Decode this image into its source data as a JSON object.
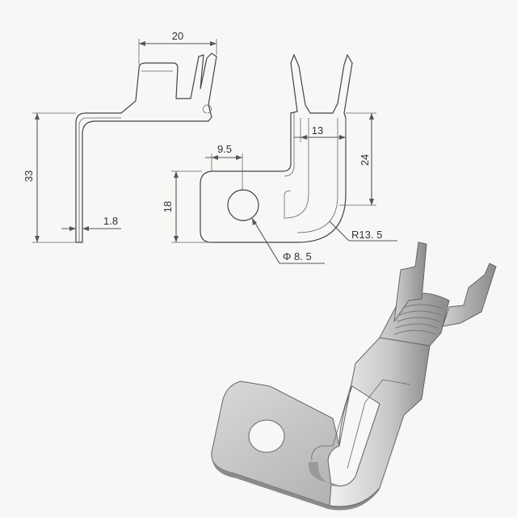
{
  "drawing": {
    "dimensions": {
      "width_top": "20",
      "height_left": "33",
      "thickness": "1.8",
      "width_barrel": "13",
      "height_right": "24",
      "offset_hole": "9.5",
      "height_hole": "18",
      "radius": "R13. 5",
      "hole_diameter": "Φ 8. 5"
    }
  },
  "colors": {
    "background": "#f7f7f5",
    "line": "#555555",
    "metal_light": "#e6e6e6",
    "metal_mid": "#bdbdbd",
    "metal_dark": "#8e8e8e"
  }
}
